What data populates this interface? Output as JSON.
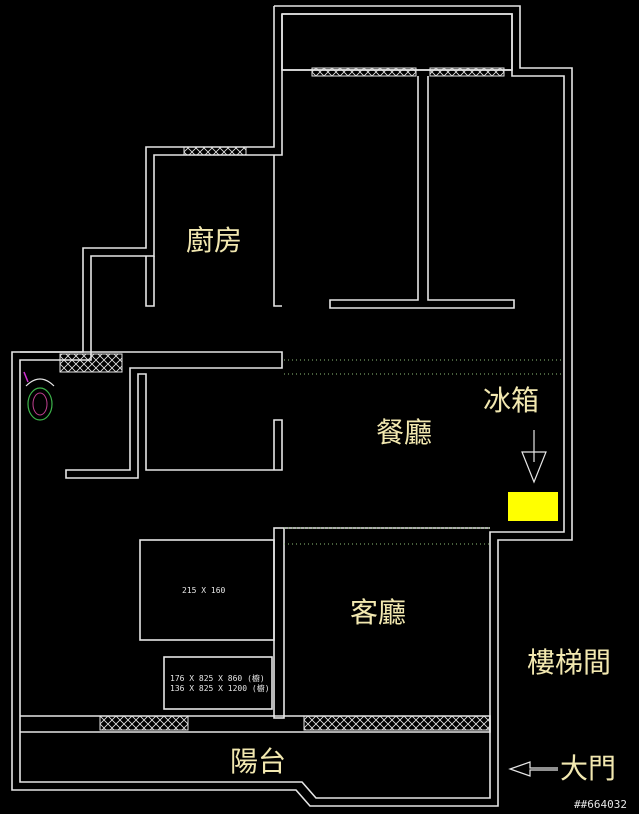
{
  "rooms": {
    "kitchen": "廚房",
    "dining": "餐廳",
    "fridge": "冰箱",
    "living": "客廳",
    "stairwell": "樓梯間",
    "balcony": "陽台",
    "main_door": "大門"
  },
  "furniture": {
    "table_dims": "215 X 160",
    "cabinet_dims_1": "176 X 825 X 860 (櫥)",
    "cabinet_dims_2": "136 X 825 X 1200 (櫥)"
  },
  "watermark": "##664032",
  "colors": {
    "background": "#000000",
    "wall": "#e6e6e6",
    "label": "#f2e8b0",
    "fridge": "#ffff00"
  }
}
